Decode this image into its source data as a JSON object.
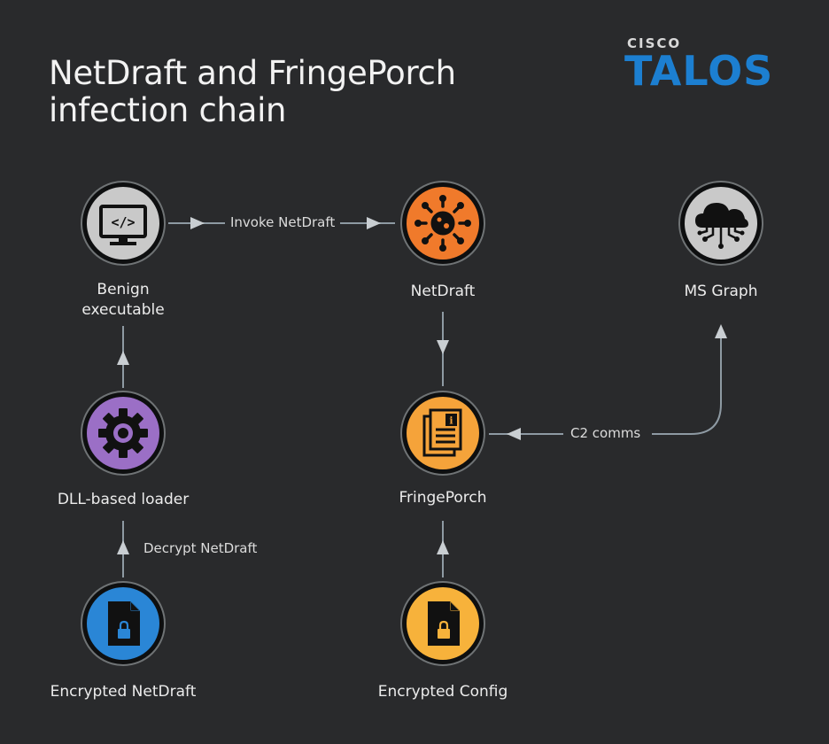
{
  "title": {
    "line1": "NetDraft and FringePorch",
    "line2": "infection chain"
  },
  "logo": {
    "cisco": "CISCO",
    "talos": "TALOS"
  },
  "nodes": {
    "benign": {
      "line1": "Benign",
      "line2": "executable",
      "icon": "code-monitor-icon",
      "color": "#c9c9c9"
    },
    "netdraft": {
      "label": "NetDraft",
      "icon": "virus-icon",
      "color": "#f07a2b"
    },
    "msgraph": {
      "label": "MS Graph",
      "icon": "cloud-network-icon",
      "color": "#c9c9c9"
    },
    "loader": {
      "label": "DLL-based loader",
      "icon": "gear-icon",
      "color": "#9b6fc6"
    },
    "fringeporch": {
      "label": "FringePorch",
      "icon": "document-info-icon",
      "color": "#f5a33a"
    },
    "enc_netdraft": {
      "label": "Encrypted NetDraft",
      "icon": "locked-file-icon",
      "color": "#2a86d6"
    },
    "enc_config": {
      "label": "Encrypted Config",
      "icon": "locked-file-icon",
      "color": "#f7b23b"
    }
  },
  "edges": {
    "invoke": "Invoke NetDraft",
    "c2": "C2 comms",
    "decrypt": "Decrypt NetDraft"
  }
}
